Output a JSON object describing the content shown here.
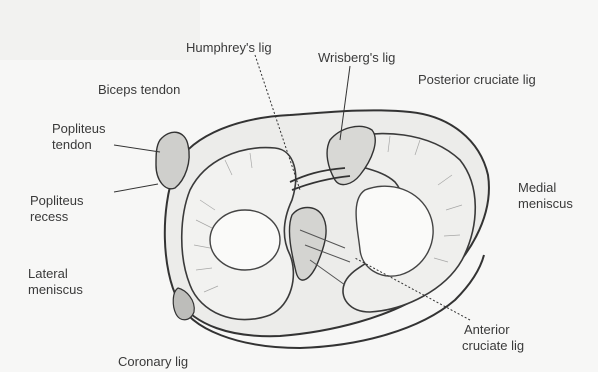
{
  "labels": {
    "humphrey": "Humphrey's lig",
    "wrisberg": "Wrisberg's lig",
    "posterior_cruciate": "Posterior cruciate lig",
    "biceps": "Biceps tendon",
    "popliteus_tendon_1": "Popliteus",
    "popliteus_tendon_2": "tendon",
    "popliteus_recess_1": "Popliteus",
    "popliteus_recess_2": "recess",
    "medial_meniscus_1": "Medial",
    "medial_meniscus_2": "meniscus",
    "lateral_meniscus_1": "Lateral",
    "lateral_meniscus_2": "meniscus",
    "anterior_cruciate_1": "Anterior",
    "anterior_cruciate_2": "cruciate lig",
    "coronary": "Coronary lig"
  }
}
